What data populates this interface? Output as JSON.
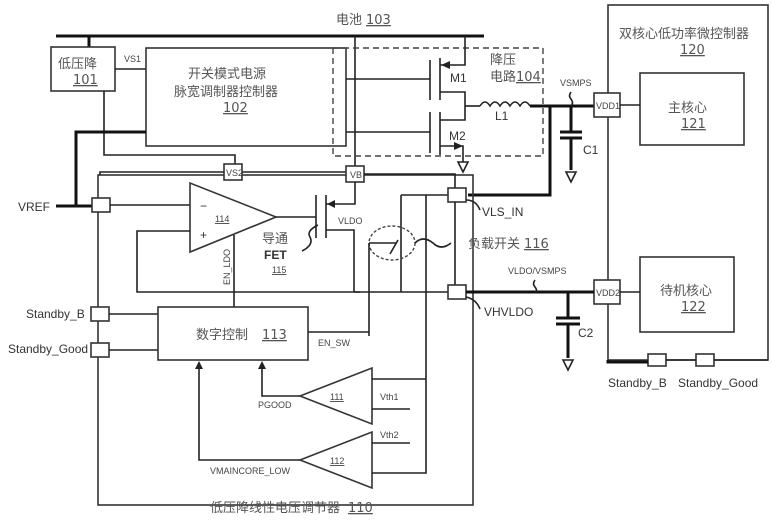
{
  "battery": {
    "label": "电池",
    "ref": "103"
  },
  "ldo101": {
    "label": "低压降",
    "ref": "101"
  },
  "vs1": "VS1",
  "smps_ctrl": {
    "line1": "开关模式电源",
    "line2": "脉宽调制器控制器",
    "ref": "102"
  },
  "buck": {
    "line1": "降压",
    "line2": "电路",
    "ref": "104"
  },
  "m1": "M1",
  "m2": "M2",
  "l1": "L1",
  "c1": "C1",
  "c2": "C2",
  "vsmps": "VSMPS",
  "mcu": {
    "label": "双核心低功率微控制器",
    "ref": "120"
  },
  "main_core": {
    "label": "主核心",
    "ref": "121"
  },
  "standby_core": {
    "label": "待机核心",
    "ref": "122"
  },
  "vdd1": "VDD1",
  "vdd2": "VDD2",
  "vref": "VREF",
  "vs2": "VS2",
  "vb": "VB",
  "amp114": "114",
  "minus": "−",
  "plus": "+",
  "pass_fet": {
    "line1": "导通",
    "line2": "FET",
    "ref": "115"
  },
  "vldo": "VLDO",
  "vls_in": "VLS_IN",
  "load_switch": {
    "label": "负载开关",
    "ref": "116"
  },
  "vldo_vsmps": "VLDO/VSMPS",
  "vhvldo": "VHVLDO",
  "en_ldo": "EN_LDO",
  "en_sw": "EN_SW",
  "digital": {
    "label": "数字控制",
    "ref": "113"
  },
  "standby_b": "Standby_B",
  "standby_good": "Standby_Good",
  "comp111": "111",
  "comp112": "112",
  "pgood": "PGOOD",
  "vth1": "Vth1",
  "vth2": "Vth2",
  "vmaincore_low": "VMAINCORE_LOW",
  "regulator": {
    "label": "低压降线性电压调节器",
    "ref": "110"
  }
}
